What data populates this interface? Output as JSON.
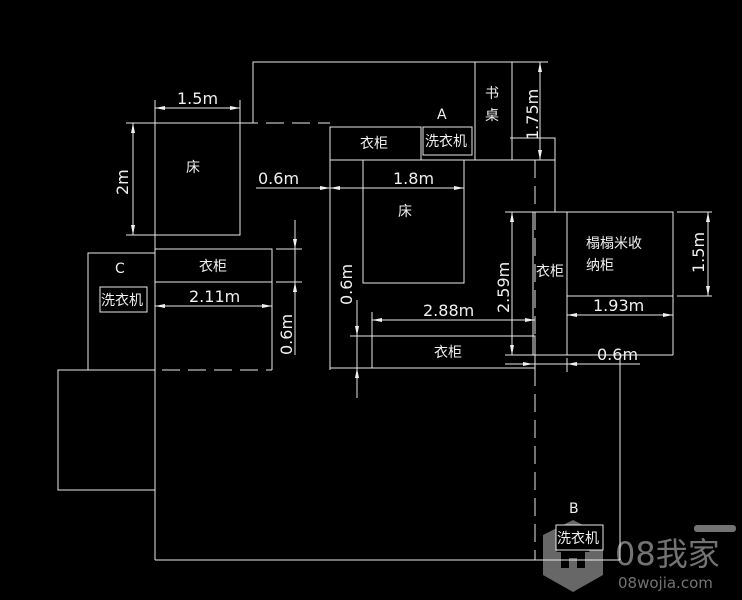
{
  "labels": {
    "bed": "床",
    "wardrobe": "衣柜",
    "washer": "洗衣机",
    "desk_1": "书",
    "desk_2": "桌",
    "tatami_1": "榻榻米收",
    "tatami_2": "纳柜",
    "room_a": "A",
    "room_b": "B",
    "room_c": "C"
  },
  "dimensions": {
    "bed1_width": "1.5m",
    "bed1_length": "2m",
    "gap_top": "0.6m",
    "bed2_width": "1.8m",
    "desk_height": "1.75m",
    "left_wardrobe_width": "2.11m",
    "left_gap": "0.6m",
    "middle_gap": "0.6m",
    "bottom_wardrobe_width": "2.88m",
    "right_height": "2.59m",
    "tatami_width": "1.93m",
    "tatami_depth": "1.5m",
    "right_gap": "0.6m"
  },
  "watermark": {
    "brand": "08我家",
    "url": "08wojia.com"
  }
}
